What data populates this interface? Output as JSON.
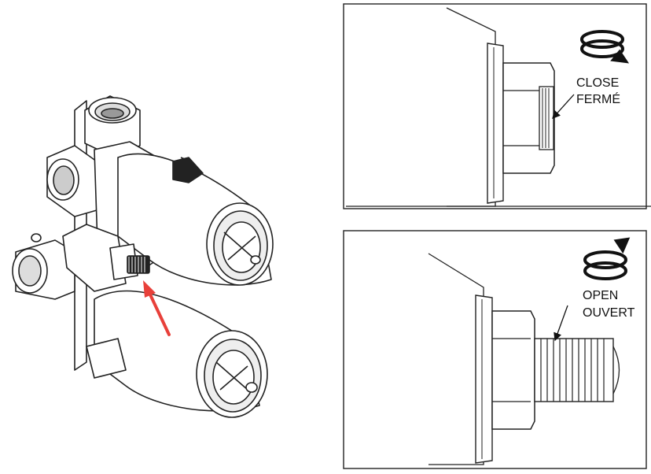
{
  "panels": {
    "close": {
      "line1": "CLOSE",
      "line2": "FERMÉ"
    },
    "open": {
      "line1": "OPEN",
      "line2": "OUVERT"
    }
  },
  "colors": {
    "arrow": "#e8403a",
    "ink": "#111111",
    "line": "#333333"
  },
  "icons": [
    "rotation-clockwise-icon",
    "rotation-counterclockwise-icon",
    "pointer-arrow-icon"
  ]
}
